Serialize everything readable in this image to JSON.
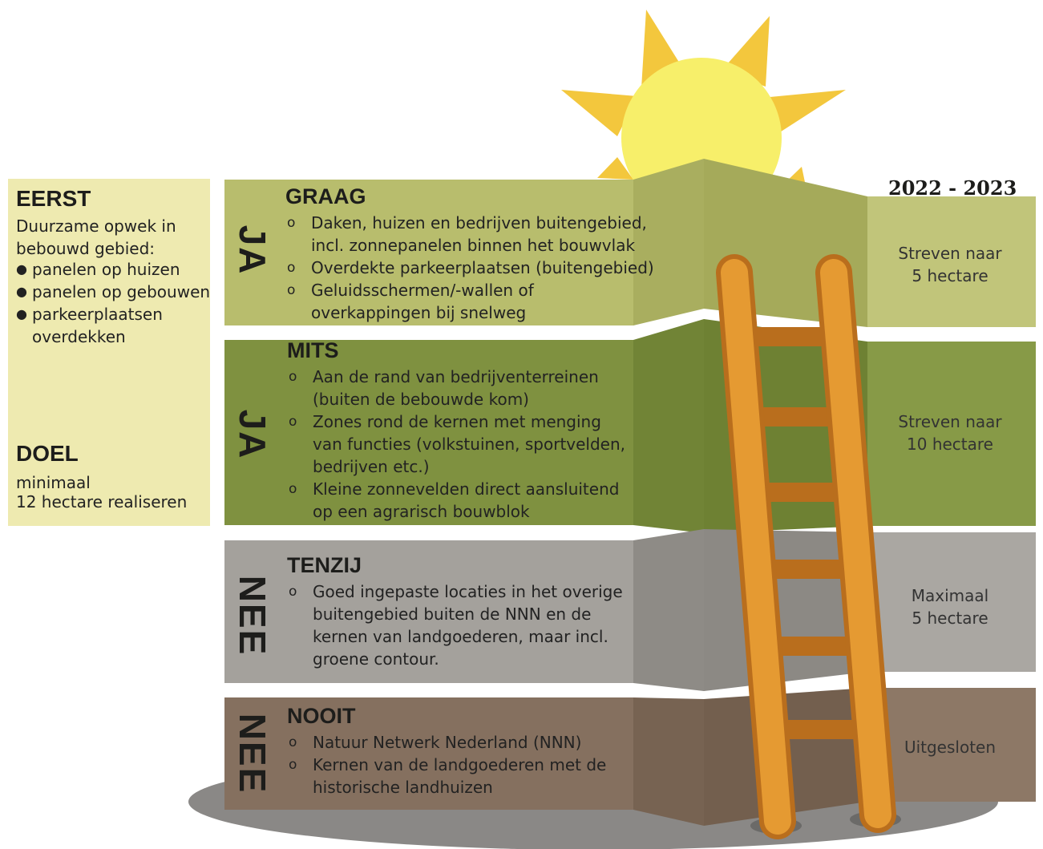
{
  "left": {
    "heading1": "EERST",
    "intro": [
      "Duurzame opwek in",
      "bebouwd gebied:"
    ],
    "bullets": [
      "panelen op huizen",
      "panelen op gebouwen",
      "parkeerplaatsen"
    ],
    "bullet3_cont": "overdekken",
    "heading2": "DOEL",
    "goal": [
      "minimaal",
      "12 hectare realiseren"
    ]
  },
  "period": "2022 - 2023",
  "bands": [
    {
      "vertical": "JA",
      "title": "GRAAG",
      "items": [
        [
          "Daken, huizen en bedrijven buitengebied,",
          "incl. zonnepanelen binnen het bouwvlak"
        ],
        [
          "Overdekte parkeerplaatsen (buitengebied)"
        ],
        [
          "Geluidsschermen/-wallen of",
          "overkappingen bij snelweg"
        ]
      ],
      "right": [
        "Streven naar",
        "5 hectare"
      ],
      "colors": {
        "main": "#b8bd6d",
        "mid": "#a9ae5f",
        "right": "#c1c57a"
      }
    },
    {
      "vertical": "JA",
      "title": "MITS",
      "items": [
        [
          "Aan de rand van bedrijventerreinen",
          "(buiten de bebouwde kom)"
        ],
        [
          "Zones rond de kernen met menging",
          "van functies (volkstuinen, sportvelden,",
          "bedrijven etc.)"
        ],
        [
          "Kleine zonnevelden direct aansluitend",
          "op een agrarisch bouwblok"
        ]
      ],
      "right": [
        "Streven naar",
        "10 hectare"
      ],
      "colors": {
        "main": "#7f9140",
        "mid": "#718436",
        "right": "#879a47"
      }
    },
    {
      "vertical": "NEE",
      "title": "TENZIJ",
      "items": [
        [
          "Goed ingepaste locaties in het overige",
          "buitengebied buiten de NNN en de",
          "kernen van landgoederen, maar incl.",
          "groene contour."
        ]
      ],
      "right": [
        "Maximaal",
        "5 hectare"
      ],
      "colors": {
        "main": "#a4a19c",
        "mid": "#8e8b86",
        "right": "#aaa7a2"
      }
    },
    {
      "vertical": "NEE",
      "title": "NOOIT",
      "items": [
        [
          "Natuur Netwerk Nederland (NNN)"
        ],
        [
          "Kernen van de landgoederen met de",
          "historische landhuizen"
        ]
      ],
      "right": [
        "Uitgesloten"
      ],
      "colors": {
        "main": "#85705f",
        "mid": "#776352",
        "right": "#8d7866"
      }
    }
  ],
  "colors": {
    "sun": "#f7ef6a",
    "sun_rays": "#f3c73d",
    "ladder": "#e59a32",
    "ladder_dark": "#b96e1d",
    "left_panel": "#eeeab0",
    "ground": "#8a8886"
  }
}
